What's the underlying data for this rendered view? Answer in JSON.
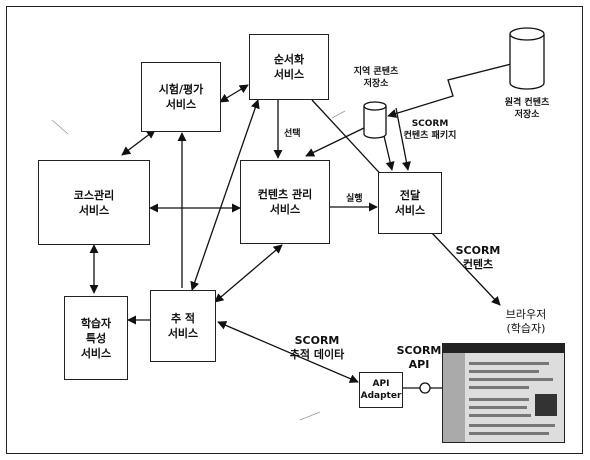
{
  "nodes": {
    "exam_service": [
      "시험/평가",
      "서비스"
    ],
    "sequencing_service": [
      "순서화",
      "서비스"
    ],
    "course_service": [
      "코스관리",
      "서비스"
    ],
    "content_mgmt_service": [
      "컨텐츠 관리",
      "서비스"
    ],
    "delivery_service": [
      "전달",
      "서비스"
    ],
    "learner_service": [
      "학습자",
      "특성",
      "서비스"
    ],
    "tracking_service": [
      "추 적",
      "서비스"
    ],
    "api_adapter": [
      "API",
      "Adapter"
    ]
  },
  "stores": {
    "local_repository": [
      "지역 콘텐츠",
      "저장소"
    ],
    "remote_repository": [
      "원격 컨텐츠",
      "저장소"
    ]
  },
  "labels": {
    "scorm_package": [
      "SCORM",
      "컨텐츠 패키지"
    ],
    "select": "선택",
    "launch": "실행",
    "scorm_content": [
      "SCORM",
      "컨텐츠"
    ],
    "browser": [
      "브라우저",
      "(학습자)"
    ],
    "scorm_tracking": [
      "SCORM",
      "추적 데이타"
    ],
    "scorm_api": [
      "SCORM",
      "API"
    ]
  }
}
